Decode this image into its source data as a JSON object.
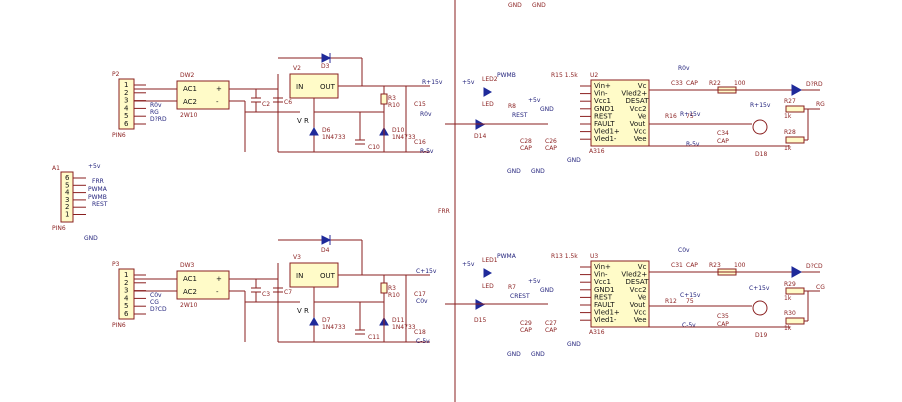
{
  "labels": {
    "gnd": "GND",
    "p5v": "+5v",
    "n5v": "R-5v",
    "p15v": "R+15v",
    "r0v": "R0v",
    "c15v": "C+15v",
    "c0v": "C0v",
    "c5v": "C-5v",
    "frr": "FRR",
    "pwma": "PWMA",
    "pwmb": "PWMB",
    "rest": "REST",
    "crest": "CREST",
    "rg": "RG",
    "cg": "CG",
    "drd": "D?RD",
    "dcd": "D?CD",
    "cap": "CAP",
    "pin6": "PIN6",
    "dw2": "DW2",
    "dw3": "DW3",
    "dw_part": "2W10",
    "ac1": "AC1",
    "ac2": "AC2",
    "plus": "+",
    "minus": "-",
    "v2": "V2",
    "v3": "V3",
    "in": "IN",
    "out": "OUT",
    "vr": "V R",
    "d3": "D3",
    "d4": "D4",
    "d6": "D6",
    "d7": "D7",
    "d10": "D10",
    "d11": "D11",
    "zener": "1N4733",
    "d14": "D14",
    "d15": "D15",
    "d18": "D18",
    "d19": "D19",
    "led": "LED",
    "led2": "LED2",
    "led1": "LED1",
    "u2": "U2",
    "u3": "U3",
    "a316": "A316",
    "p2": "P2",
    "p3": "P3",
    "a1": "A1",
    "r_lbl": "R15 1.5k",
    "r13": "R13 1.5k",
    "r22": "R22",
    "r23": "R23",
    "r100": "100",
    "r16": "R16",
    "r12": "R12",
    "r75": "75",
    "r27": "R27",
    "r28": "R28",
    "r29": "R29",
    "r30": "R30",
    "r1k": "1k",
    "r8": "R8",
    "r7": "R7",
    "r3": "R3",
    "r10": "R10",
    "c2": "C2",
    "c3": "C3",
    "c6": "C6",
    "c7": "C7",
    "c10": "C10",
    "c11": "C11",
    "c15": "C15",
    "c16": "C16",
    "c17": "C17",
    "c18": "C18",
    "c33": "C33",
    "c31": "C31",
    "c34": "C34",
    "c35": "C35",
    "c26": "C26",
    "c27": "C27",
    "c28": "C28",
    "c29": "C29"
  },
  "chip_pins_left": [
    "Vin+",
    "Vin-",
    "Vcc1",
    "GND1",
    "REST",
    "FAULT",
    "Vled1+",
    "Vled1-"
  ],
  "chip_pins_right": [
    "Vc",
    "Vled2+",
    "DESAT",
    "Vcc2",
    "Ve",
    "Vout",
    "Vcc",
    "Vee"
  ],
  "a1_pins": [
    "6",
    "5",
    "4",
    "3",
    "2",
    "1"
  ],
  "a1_nets": [
    "+5v",
    "FRR",
    "PWMA",
    "PWMB",
    "REST",
    ""
  ],
  "p_pins": [
    "1",
    "2",
    "3",
    "4",
    "5",
    "6"
  ]
}
